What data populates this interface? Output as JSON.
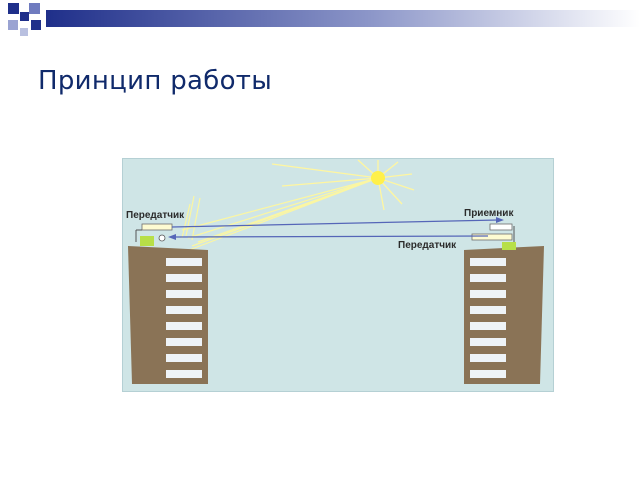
{
  "slide": {
    "title": "Принцип работы"
  },
  "diagram": {
    "label_left_transmitter": "Передатчик",
    "label_right_receiver": "Приемник",
    "label_right_transmitter": "Передатчик"
  },
  "colors": {
    "title": "#102a6b",
    "accent_squares": "#1f2f8a",
    "diagram_background": "#cfe5e6",
    "building": "#8a7356",
    "beam": "#5566b8",
    "sun": "#fff04a"
  },
  "icons": [
    "sun-icon",
    "building-icon"
  ]
}
